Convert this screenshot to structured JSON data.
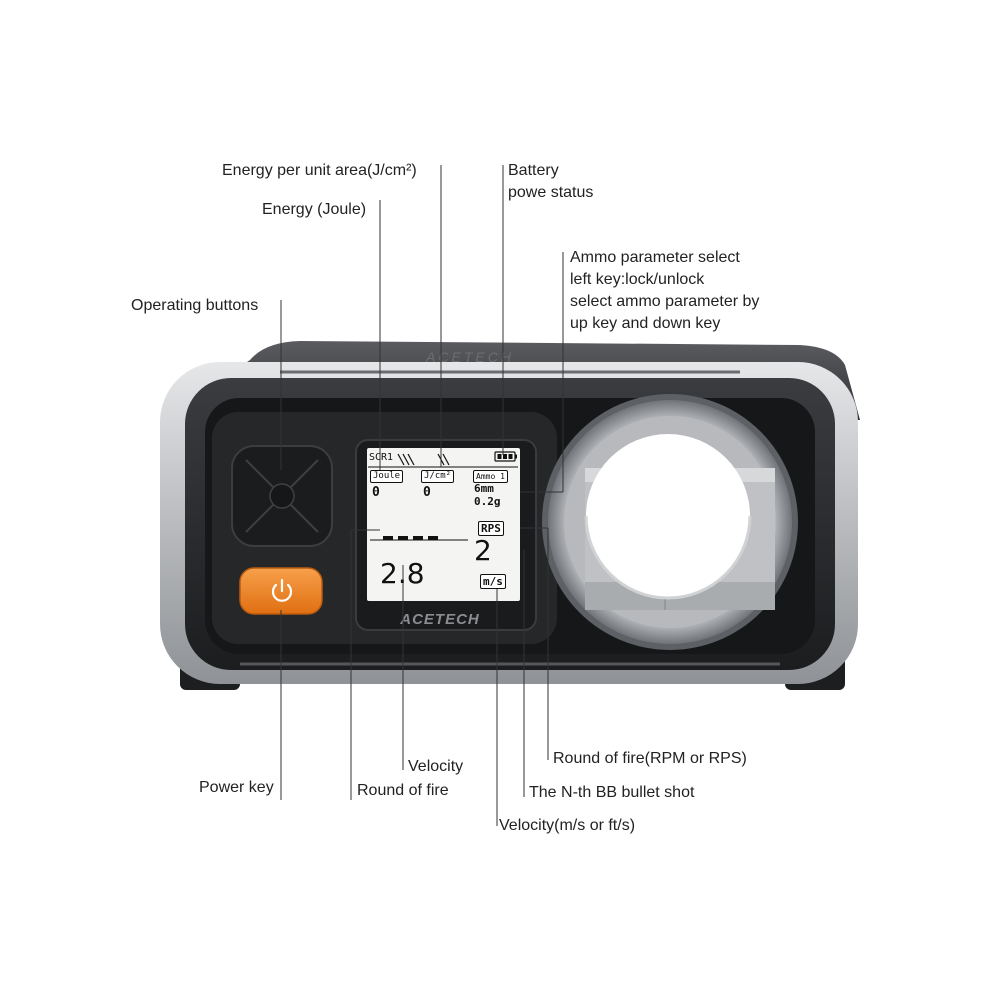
{
  "callouts": {
    "energy_per_area": "Energy per unit area(J/cm²)",
    "battery_line1": "Battery",
    "battery_line2": "powe status",
    "energy_joule": "Energy (Joule)",
    "ammo_line1": "Ammo parameter select",
    "ammo_line2": "left key:lock/unlock",
    "ammo_line3": "select ammo parameter by",
    "ammo_line4": "up key and down key",
    "operating_buttons": "Operating buttons",
    "power_key": "Power key",
    "velocity": "Velocity",
    "round_of_fire": "Round of fire",
    "round_of_fire_unit": "Round of fire(RPM or RPS)",
    "nth_bb": "The N-th BB bullet shot",
    "velocity_unit": "Velocity(m/s or ft/s)"
  },
  "device": {
    "brand": "ACETECH",
    "embossed": "ACETECH",
    "screen": {
      "screen_id": "SCR1",
      "joule_label": "Joule",
      "joule_value": "0",
      "jcm_label": "J/cm²",
      "jcm_value": "0",
      "ammo_label": "Ammo 1",
      "ammo_size": "6mm",
      "ammo_weight": "0.2g",
      "rps_label": "RPS",
      "shot_count": "2",
      "dashes": "- - - -",
      "velocity_value": "2.8",
      "velocity_unit": "m/s"
    }
  },
  "colors": {
    "power_button": "#f08a2c",
    "body_dark": "#2b2d30",
    "frame_silver": "#c9cbce",
    "screen_bg": "#f4f4f2"
  },
  "icons": [
    "power-icon",
    "battery-icon",
    "dpad-icon"
  ]
}
